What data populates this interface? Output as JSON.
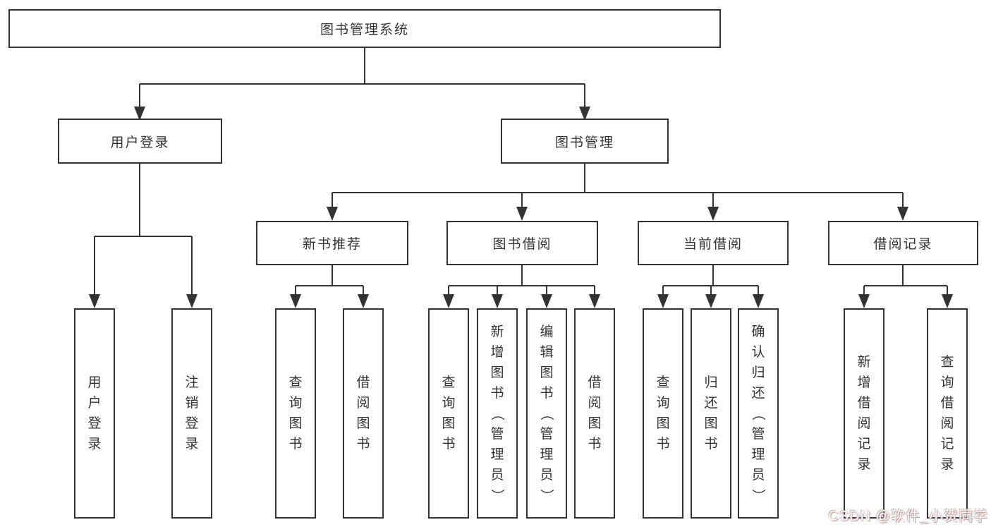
{
  "colors": {
    "line": "#333333",
    "box_border": "#333333",
    "box_bg": "#ffffff",
    "text": "#333333",
    "watermark_tint": "#c99292"
  },
  "watermark": {
    "text": "CSDN @软件_小贺同学"
  },
  "diagram": {
    "root": {
      "label": "图书管理系统"
    },
    "level2": [
      {
        "label": "用户登录"
      },
      {
        "label": "图书管理"
      }
    ],
    "level3": [
      {
        "label": "新书推荐",
        "parent": "图书管理"
      },
      {
        "label": "图书借阅",
        "parent": "图书管理"
      },
      {
        "label": "当前借阅",
        "parent": "图书管理"
      },
      {
        "label": "借阅记录",
        "parent": "图书管理"
      }
    ],
    "leaves": [
      {
        "label": "用户登录",
        "parent": "用户登录"
      },
      {
        "label": "注销登录",
        "parent": "用户登录"
      },
      {
        "label": "查询图书",
        "parent": "新书推荐"
      },
      {
        "label": "借阅图书",
        "parent": "新书推荐"
      },
      {
        "label": "查询图书",
        "parent": "图书借阅"
      },
      {
        "label": "新增图书（管理员）",
        "parent": "图书借阅"
      },
      {
        "label": "编辑图书（管理员）",
        "parent": "图书借阅"
      },
      {
        "label": "借阅图书",
        "parent": "图书借阅"
      },
      {
        "label": "查询图书",
        "parent": "当前借阅"
      },
      {
        "label": "归还图书",
        "parent": "当前借阅"
      },
      {
        "label": "确认归还（管理员）",
        "parent": "当前借阅"
      },
      {
        "label": "新增借阅记录",
        "parent": "借阅记录"
      },
      {
        "label": "查询借阅记录",
        "parent": "借阅记录"
      }
    ]
  }
}
